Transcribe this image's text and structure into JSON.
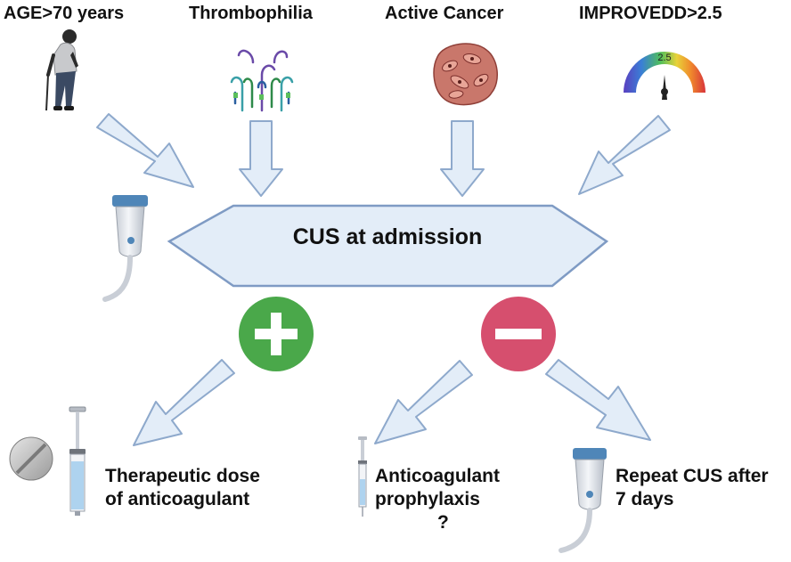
{
  "criteria": [
    {
      "label": "AGE>70 years",
      "icon": "elderly-person-icon"
    },
    {
      "label": "Thrombophilia",
      "icon": "clotting-factors-icon"
    },
    {
      "label": "Active Cancer",
      "icon": "cancer-cells-icon"
    },
    {
      "label": "IMPROVEDD>2.5",
      "icon": "risk-gauge-icon",
      "gauge_value": "2.5"
    }
  ],
  "center": {
    "label": "CUS at admission",
    "icon": "ultrasound-probe-icon"
  },
  "outcomes": {
    "positive": {
      "symbol": "plus",
      "line1": "Therapeutic dose",
      "line2": "of anticoagulant",
      "icons": [
        "pill-icon",
        "syringe-icon"
      ]
    },
    "negative": {
      "symbol": "minus",
      "prophylaxis": {
        "line1": "Anticoagulant",
        "line2": "prophylaxis",
        "line3": "?",
        "icon": "syringe-icon"
      },
      "repeat": {
        "line1": "Repeat CUS after",
        "line2": "7 days",
        "icon": "ultrasound-probe-icon"
      }
    }
  },
  "colors": {
    "arrow_fill": "#e3edf8",
    "arrow_stroke": "#8ea9cc",
    "hexagon_fill": "#e3edf8",
    "hexagon_stroke": "#7f9bc4",
    "positive": "#4aa84a",
    "negative": "#d64f6e"
  }
}
